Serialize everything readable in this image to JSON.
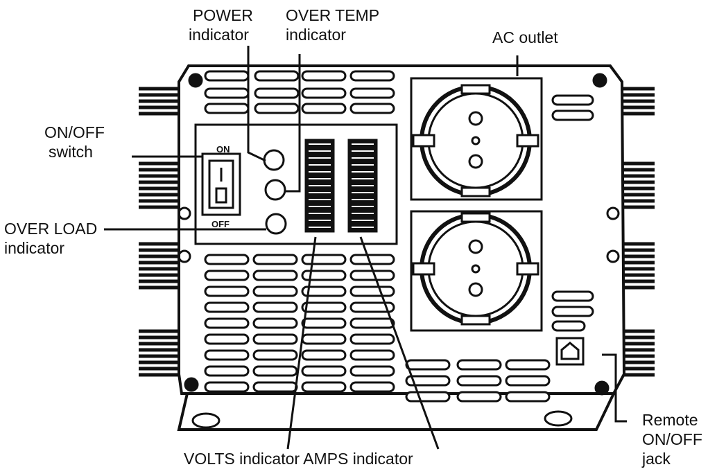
{
  "labels": {
    "power": [
      "POWER",
      "indicator"
    ],
    "over_temp": [
      "OVER TEMP",
      "indicator"
    ],
    "ac_outlet": "AC outlet",
    "on_off_switch": [
      "ON/OFF",
      "switch"
    ],
    "over_load": [
      "OVER LOAD",
      "indicator"
    ],
    "volts_amps": "VOLTS indicator AMPS indicator",
    "remote_jack": [
      "Remote",
      "ON/OFF",
      "jack"
    ]
  },
  "switch_text": {
    "on": "ON",
    "off": "OFF"
  },
  "icons": {
    "outlet": "schuko-socket-icon",
    "remote_jack": "rj11-jack-icon",
    "led": "indicator-led-icon"
  },
  "colors": {
    "ink": "#111111",
    "paper": "#ffffff"
  }
}
